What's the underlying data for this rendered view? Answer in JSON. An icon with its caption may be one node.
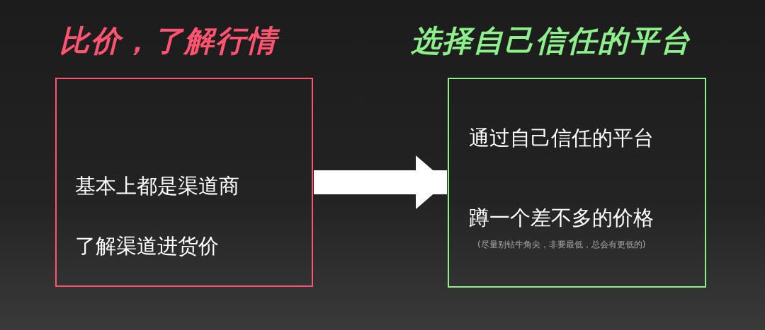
{
  "diagram": {
    "nodes": [
      {
        "text": [
          "比价，了解行情",
          "基本上都是渠道商",
          "了解渠道进货价"
        ]
      },
      {
        "text": [
          "选择自己信任的平台",
          "通过自己信任的平台",
          "蹲一个差不多的价格",
          "(尽量别钻牛角尖，非要最低，总会有更低的)"
        ]
      }
    ],
    "edges": [
      {
        "from": 0,
        "to": 1,
        "arrow": "to"
      }
    ]
  }
}
